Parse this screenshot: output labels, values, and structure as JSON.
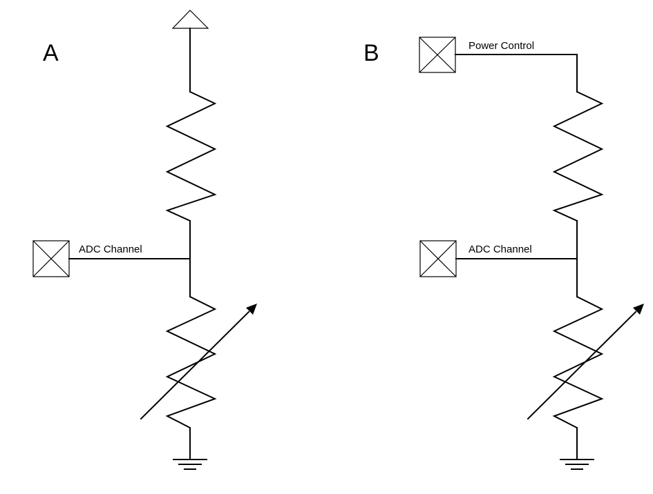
{
  "panels": [
    {
      "label": "A",
      "top_terminal": "supply-arrow",
      "adc_label": "ADC Channel"
    },
    {
      "label": "B",
      "top_terminal": "io-pin",
      "power_label": "Power Control",
      "adc_label": "ADC Channel"
    }
  ],
  "icons": {
    "pin": "crossed-box-icon",
    "supply": "supply-triangle-icon",
    "ground": "ground-icon",
    "variable_resistor": "thermistor-arrow-icon"
  }
}
